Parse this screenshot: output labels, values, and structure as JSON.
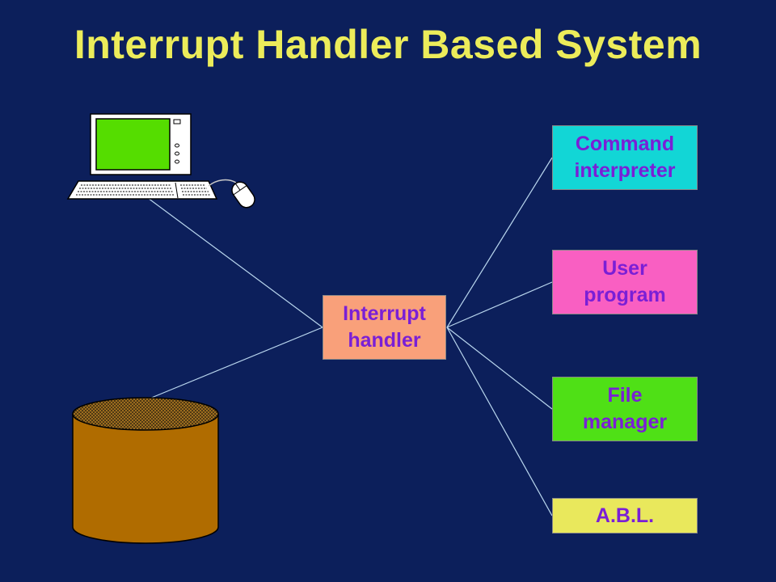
{
  "title": "Interrupt Handler Based System",
  "handler": {
    "label": "Interrupt\nhandler",
    "color": "#f9a07a"
  },
  "targets": [
    {
      "id": "cmd",
      "label": "Command\ninterpreter",
      "color": "#12d6d6"
    },
    {
      "id": "user",
      "label": "User\nprogram",
      "color": "#f95fc2"
    },
    {
      "id": "file",
      "label": "File\nmanager",
      "color": "#4fe016"
    },
    {
      "id": "abl",
      "label": "A.B.L.",
      "color": "#e9e85c"
    }
  ],
  "colors": {
    "background": "#0c1f5b",
    "title": "#ecec5a",
    "box_text": "#7a1fd6",
    "connector": "#b9d6ee",
    "screen": "#55dd00",
    "disk": "#b06c00"
  },
  "icons": [
    "computer-icon",
    "mouse-icon",
    "disk-drive-icon"
  ]
}
